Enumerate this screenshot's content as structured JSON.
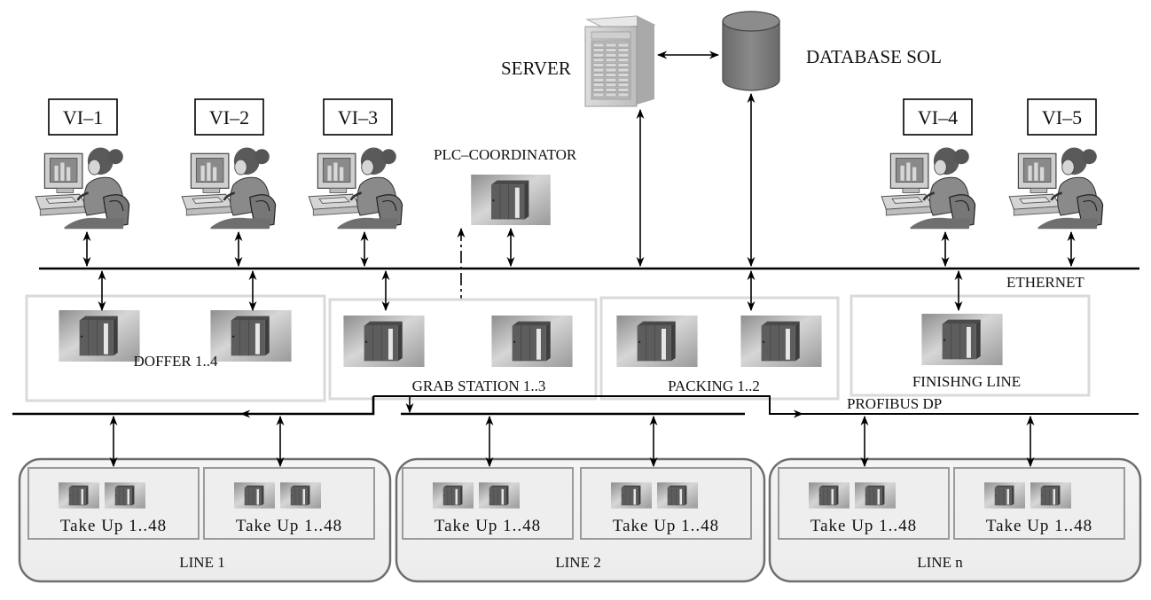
{
  "title": "Plant control network architecture",
  "top": {
    "server_label": "SERVER",
    "database_label": "DATABASE SOL",
    "plc_coordinator_label": "PLC–COORDINATOR"
  },
  "workstations": [
    {
      "id": "VI–1"
    },
    {
      "id": "VI–2"
    },
    {
      "id": "VI–3"
    },
    {
      "id": "VI–4"
    },
    {
      "id": "VI–5"
    }
  ],
  "buses": {
    "ethernet_label": "ETHERNET",
    "profibus_label": "PROFIBUS DP"
  },
  "stations": [
    {
      "label": "DOFFER 1..4",
      "plc_count": 2
    },
    {
      "label": "GRAB STATION 1..3",
      "plc_count": 2
    },
    {
      "label": "PACKING 1..2",
      "plc_count": 2
    },
    {
      "label": "FINISHNG  LINE",
      "plc_count": 1
    }
  ],
  "lines": [
    {
      "label": "LINE 1",
      "groups": [
        {
          "label": "Take Up 1..48"
        },
        {
          "label": "Take Up 1..48"
        }
      ]
    },
    {
      "label": "LINE 2",
      "groups": [
        {
          "label": "Take Up 1..48"
        },
        {
          "label": "Take Up 1..48"
        }
      ]
    },
    {
      "label": "LINE n",
      "groups": [
        {
          "label": "Take Up 1..48"
        },
        {
          "label": "Take Up 1..48"
        }
      ]
    }
  ],
  "icons": {
    "workstation": "operator-at-computer-icon",
    "plc": "plc-module-icon",
    "server": "server-tower-icon",
    "database": "database-cylinder-icon"
  },
  "colors": {
    "line": "#000000",
    "panel_border": "#d9d9d9",
    "line_box_fill": "#efefef",
    "line_box_border": "#6e6e6e",
    "plc_body": "#5d5d5d",
    "database_fill": "#7a7a7a"
  }
}
